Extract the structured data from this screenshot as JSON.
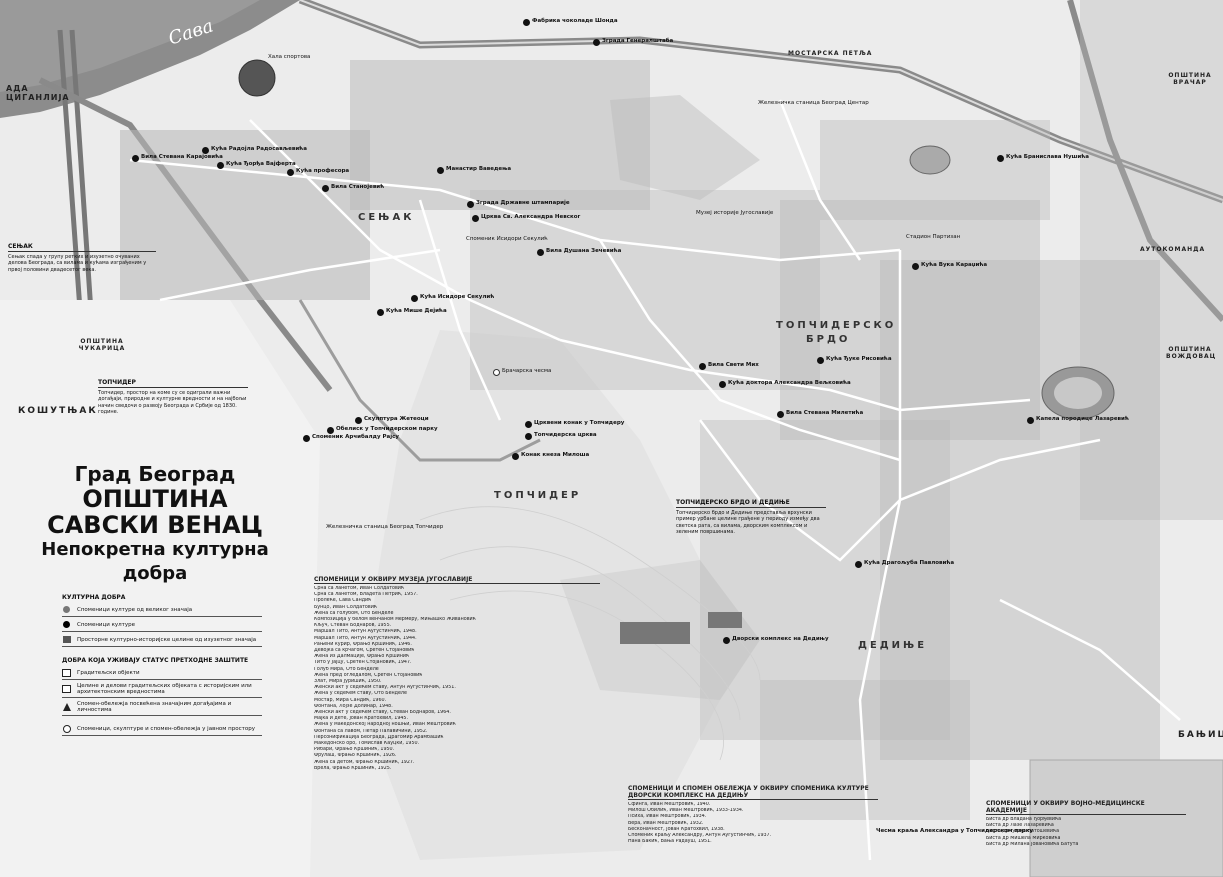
{
  "title": {
    "line1": "Град Београд",
    "line2": "ОПШТИНА",
    "line3": "САВСКИ ВЕНАЦ",
    "line4": "Непокретна културна добра"
  },
  "river": "Сава",
  "districts": [
    {
      "id": "senjak",
      "label": "СЕЊАК"
    },
    {
      "id": "topciderskobrdo1",
      "label": "ТОПЧИДЕРСКО"
    },
    {
      "id": "topciderskobrdo2",
      "label": "БРДО"
    },
    {
      "id": "topcider",
      "label": "ТОПЧИДЕР"
    },
    {
      "id": "dedinje",
      "label": "ДЕДИЊЕ"
    },
    {
      "id": "kostunjak",
      "label": "КОШУТЊАК"
    },
    {
      "id": "banjica",
      "label": "БАЊИЦА"
    },
    {
      "id": "autokomanda",
      "label": "АУТОКОМАНДА"
    },
    {
      "id": "mostarska",
      "label": "МОСТАРСКА ПЕТЉА"
    },
    {
      "id": "ada",
      "label": "АДА ЦИГАНЛИЈА"
    },
    {
      "id": "vracar",
      "label": "ОПШТИНА ВРАЧАР"
    },
    {
      "id": "vozdovac",
      "label": "ОПШТИНА ВОЖДОВАЦ"
    },
    {
      "id": "cukarica",
      "label": "ОПШТИНА ЧУКАРИЦА"
    }
  ],
  "places": [
    {
      "id": "hala",
      "label": "Хала спортова",
      "type": "plain"
    },
    {
      "id": "vila1",
      "label": "Вила Стевана Карајовића",
      "type": "pin"
    },
    {
      "id": "kuca_rado",
      "label": "Кућа Радојла Радосављевића",
      "type": "pin"
    },
    {
      "id": "kuca_djordja",
      "label": "Кућа Ђорђа Вајферта",
      "type": "pin"
    },
    {
      "id": "vila_sta",
      "label": "Вила Станојевић",
      "type": "pin"
    },
    {
      "id": "kuca_prof",
      "label": "Кућа професора",
      "type": "pin"
    },
    {
      "id": "manastir",
      "label": "Манастир Ваведења",
      "type": "pin"
    },
    {
      "id": "zgrada",
      "label": "Зграда Државне штампарије",
      "type": "pin"
    },
    {
      "id": "crkva",
      "label": "Црква Св. Александра Невског",
      "type": "pin"
    },
    {
      "id": "vila_dusana",
      "label": "Вила Душана Зечевића",
      "type": "pin"
    },
    {
      "id": "muzej",
      "label": "Музеј историје Југославије",
      "type": "plain"
    },
    {
      "id": "spomenik_isidor",
      "label": "Споменик Исидори Секулић",
      "type": "plain"
    },
    {
      "id": "kuca_isidor",
      "label": "Кућа Исидоре Секулић",
      "type": "pin"
    },
    {
      "id": "kuca_mise",
      "label": "Кућа Мише Дејића",
      "type": "pin"
    },
    {
      "id": "vila_sveti",
      "label": "Вила Свети Мих",
      "type": "pin"
    },
    {
      "id": "kuca_aleks",
      "label": "Кућа доктора Александра Вељковића",
      "type": "pin"
    },
    {
      "id": "vila_steva",
      "label": "Вила Стевана Милетића",
      "type": "pin"
    },
    {
      "id": "kapela",
      "label": "Капела породице Лазаревић",
      "type": "pin"
    },
    {
      "id": "skulptura",
      "label": "Скулптура Жетеоци",
      "type": "pin"
    },
    {
      "id": "obelisk",
      "label": "Обелиск у Топчидерском парку",
      "type": "pin"
    },
    {
      "id": "spomenik_arc",
      "label": "Споменик Арчибалду Рајсу",
      "type": "pin"
    },
    {
      "id": "crkva_topc",
      "label": "Црквени конак у Топчидеру",
      "type": "pin"
    },
    {
      "id": "crkva_topc2",
      "label": "Топчидерска црква",
      "type": "pin"
    },
    {
      "id": "konak",
      "label": "Конак кнеза Милоша",
      "type": "pin"
    },
    {
      "id": "bracanska",
      "label": "Брачарска чесма",
      "type": "hollow"
    },
    {
      "id": "dvorski",
      "label": "Дворски комплекс на Дедињу",
      "type": "pin"
    },
    {
      "id": "kuca_brz",
      "label": "Кућа Драгољуба Павловића",
      "type": "pin"
    },
    {
      "id": "zel_stan",
      "label": "Железничка станица Београд Топчидер",
      "type": "plain"
    },
    {
      "id": "kuca_djuk",
      "label": "Кућа Ђуке Рисовића",
      "type": "pin"
    },
    {
      "id": "stadion",
      "label": "Стадион Партизан",
      "type": "plain"
    },
    {
      "id": "kuca_vuk",
      "label": "Кућа Вука Караџића",
      "type": "pin"
    },
    {
      "id": "kuca_bran",
      "label": "Кућа Бранислава Нушића",
      "type": "pin"
    },
    {
      "id": "fab",
      "label": "Фабрика чоколаде Шонда",
      "type": "pin"
    },
    {
      "id": "zel_centar",
      "label": "Железничка станица Београд Центар",
      "type": "plain"
    },
    {
      "id": "hram",
      "label": "Зграда Генералштаба",
      "type": "pin"
    }
  ],
  "legend": {
    "heading1": "КУЛТУРНА ДОБРА",
    "items1": [
      {
        "sym": "dot-grey",
        "label": "Споменици културе од великог значаја"
      },
      {
        "sym": "dot-black",
        "label": "Споменици културе"
      },
      {
        "sym": "sq",
        "label": "Просторне културно-историјске целине од изузетног значаја"
      }
    ],
    "heading2": "ДОБРА КОЈА УЖИВАЈУ СТАТУС ПРЕТХОДНЕ ЗАШТИТЕ",
    "items2": [
      {
        "sym": "hsq",
        "label": "Градитељски објекти"
      },
      {
        "sym": "hsq",
        "label": "Целине и делови градитељских објеката с историјским или архитектонским вредностима"
      },
      {
        "sym": "tri",
        "label": "Спомен-обележја посвећена значајним догађајима и личностима"
      },
      {
        "sym": "hcirc",
        "label": "Споменици, скулптуре и спомен-обележја у јавном простору"
      }
    ]
  },
  "textboxes": {
    "senjak": {
      "heading": "СЕЊАК",
      "body": "Сењак спада у групу ретких и изузетно очуваних делова Београда, са вилама и кућама изграђеним у првој половини двадесетог века."
    },
    "topcider": {
      "heading": "ТОПЧИДЕР",
      "body": "Топчидер, простор на коме су се одиграли важни догађаји, природне и културне вредности и на најбољи начин сведочи о развоју Београда и Србије од 1830. године."
    },
    "dedinje": {
      "heading": "ТОПЧИДЕРСКО БРДО И ДЕДИЊЕ",
      "body": "Топчидерско брдо и Дедиње представља врхунски пример урбане целине грађене у периоду између два светска рата, са вилама, дворским комплексом и зеленим површинама."
    }
  },
  "monuments_yu": {
    "heading": "СПОМЕНИЦИ У ОКВИРУ МУЗЕЈА ЈУГОСЛАВИЈЕ",
    "items": [
      "Срна са ланетом, Иван Солдатовић",
      "Срна са ланетом, Владета Петрић, 1957.",
      "Пролеће, Сава Сандић",
      "Бунцо, Иван Солдатовић",
      "Жена са голубом, Ото Бенделе",
      "Композиција у белом венчаном мермеру, Мињашко Живановић",
      "Кључ, Стеван Боднаров, 1955.",
      "Маршал Тито, Антун Аугустинчић, 1948.",
      "Маршал Тито, Антун Аугустинчић, 1944.",
      "Рањени курир, Фрањо Кршинић, 1946.",
      "Девојка са крчагом, Сретен Стојановић",
      "Жена из Далмације, Фрањо Кршинић",
      "Тито у Јајцу, Сретен Стојановић, 1947.",
      "Голуб мира, Ото Бенделе",
      "Жена пред огледалом, Сретен Стојановић",
      "Злат, Мира Јуришић, 1950.",
      "Женски акт у седећем ставу, Антун Аугустинчић, 1951.",
      "Жена у седећем ставу, Ото Бенделе",
      "Мостар, Мира Сандић, 1960.",
      "Фонтана, Лојзе Долинар, 1948.",
      "Женски акт у седећем ставу, Стеван Боднаров, 1964.",
      "Мајка и дете, Јован Кратохвил, 1945.",
      "Жена у македонској народној ношњи, Иван Мештровић",
      "Фонтана са лавом, Петар Палавичини, 1952.",
      "Персонификација Београда, Драгомир Арамбашић",
      "Македонско оро, Томислав Кауцки, 1950.",
      "Рибари, Фрањо Кршинић, 1950.",
      "Фрулаш, Фрањо Кршинић, 1926.",
      "Жена са детом, Фрањо Кршинић, 1927.",
      "Врела, Фрањо Кршинић, 1925."
    ]
  },
  "monuments_dv": {
    "heading": "СПОМЕНИЦИ И СПОМЕН ОБЕЛЕЖЈА У ОКВИРУ СПОМЕНИКА КУЛТУРЕ ДВОРСКИ КОМПЛЕКС НА ДЕДИЊУ",
    "items": [
      "Сфинга, Иван Мештровић, 1940.",
      "Милош Обилић, Иван Мештровић, 1933-1934.",
      "Психа, Иван Мештровић, 1934.",
      "Вера, Иван Мештровић, 1932.",
      "Бесконачност, Јован Кратохвил, 1938.",
      "Споменик краљу Александру, Антун Аугустинчић, 1937.",
      "Нана Бакић, Вања Радауш, 1951."
    ]
  },
  "monuments_vm": {
    "heading": "СПОМЕНИЦИ У ОКВИРУ ВОЈНО-МЕДИЦИНСКЕ АКАДЕМИЈЕ",
    "items": [
      "Биста др Владана Ђорђевића",
      "Биста др Лазе Лазаревића",
      "Биста др Ђорђа Натошевића",
      "Биста др Мишела Мирковића",
      "Биста др Милана Јовановића Батута"
    ]
  },
  "bottom_label": "Чесма краља Александра у Топчидерском парку"
}
